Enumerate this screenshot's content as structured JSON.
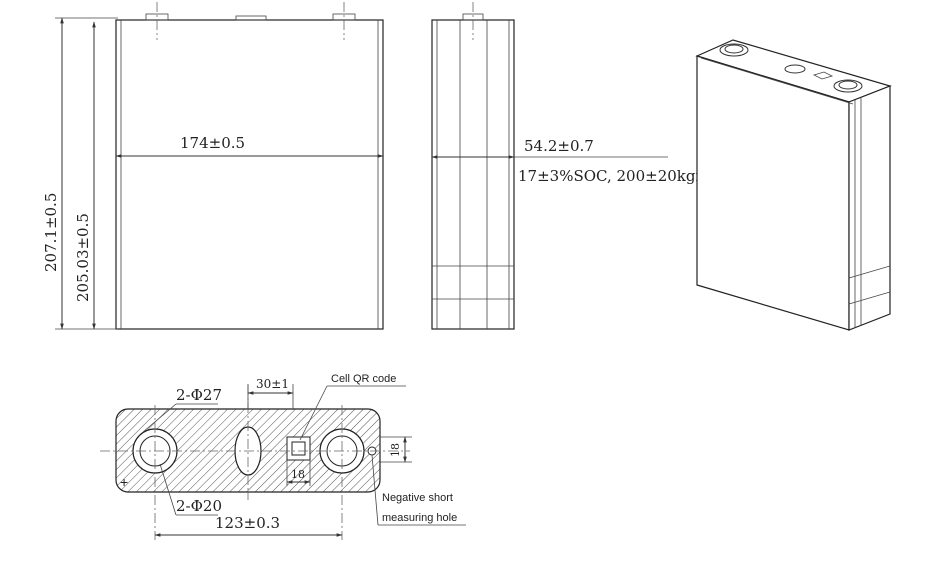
{
  "front_view": {
    "width_label": "174±0.5",
    "total_height_label": "207.1±0.5",
    "body_height_label": "205.03±0.5"
  },
  "side_view": {
    "thickness_label": "54.2±0.7",
    "condition_label": "17±3%SOC, 200±20kgf"
  },
  "top_view": {
    "big_hole_label": "2-Φ27",
    "small_hole_label": "2-Φ20",
    "vent_width_label": "30±1",
    "qr_size_label": "18",
    "qr_height_label": "18",
    "terminal_pitch_label": "123±0.3",
    "positive_symbol": "+",
    "qr_note": "Cell QR code",
    "hole_note_line1": "Negative short",
    "hole_note_line2": "measuring hole"
  },
  "colors": {
    "line": "#333333",
    "hatch": "#555555",
    "text": "#222222"
  }
}
